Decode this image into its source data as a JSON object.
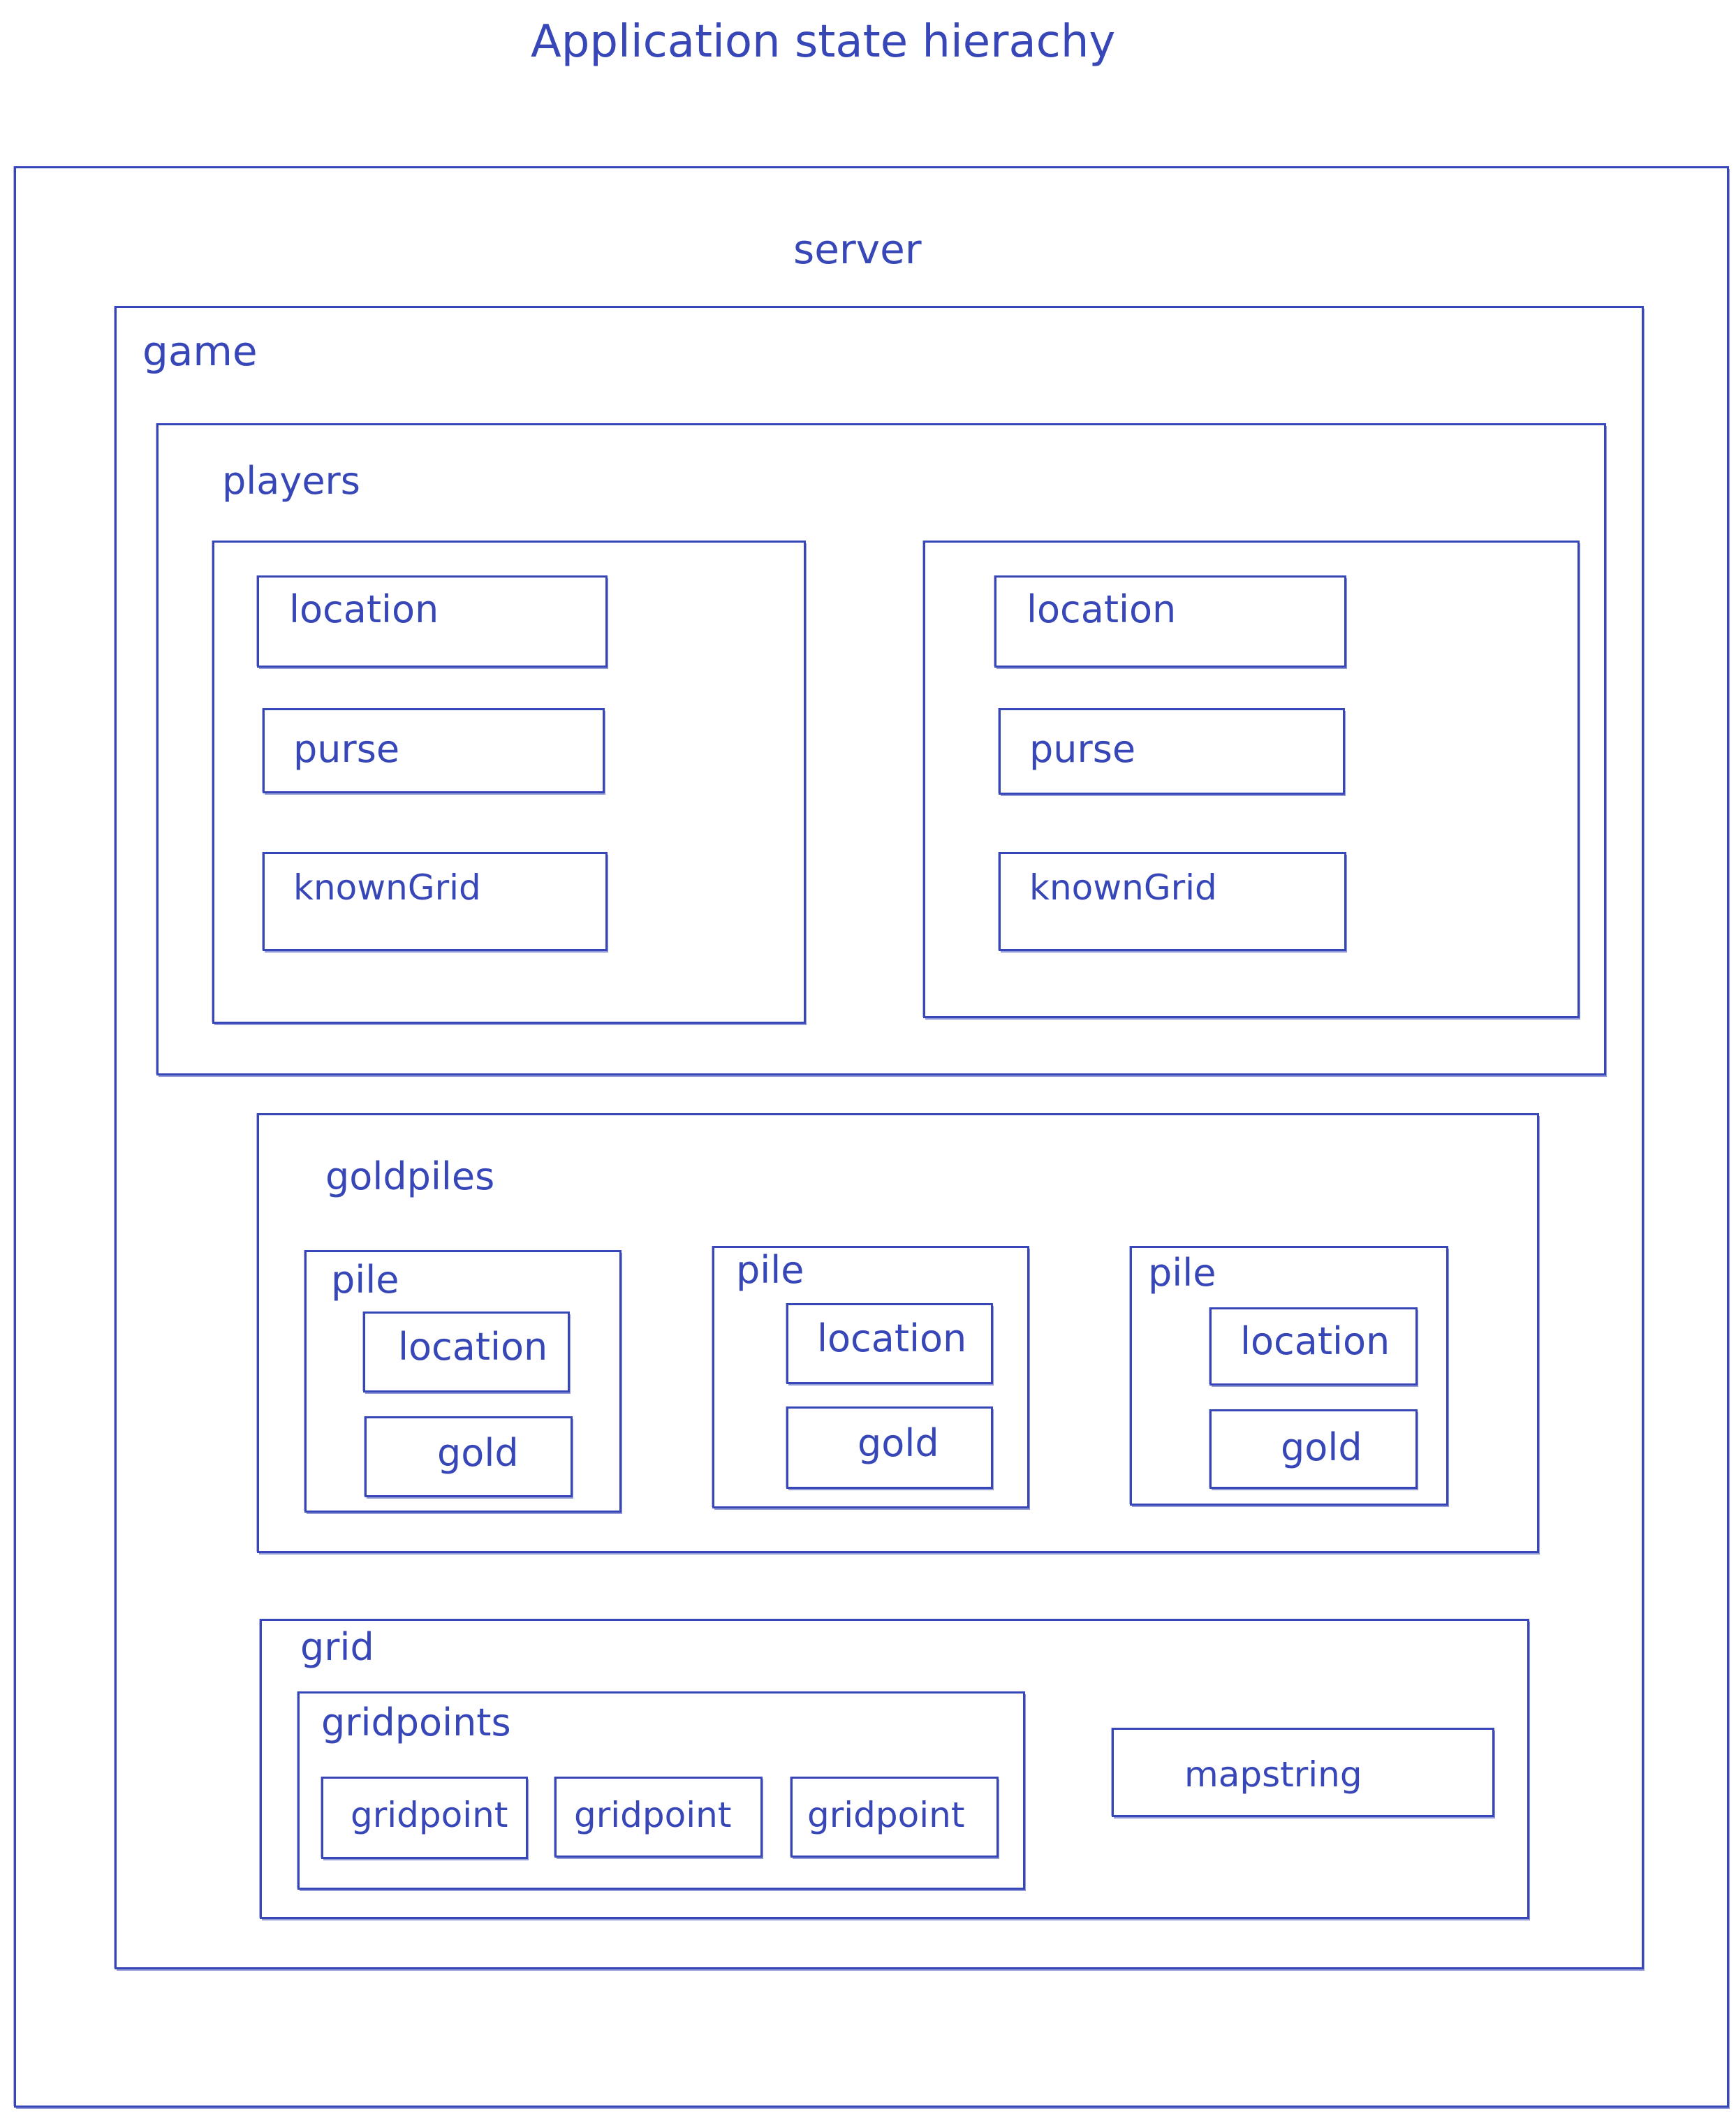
{
  "title": "Application state hierachy",
  "server": {
    "label": "server",
    "game": {
      "label": "game",
      "players": {
        "label": "players",
        "items": [
          {
            "fields": [
              "location",
              "purse",
              "knownGrid"
            ]
          },
          {
            "fields": [
              "location",
              "purse",
              "knownGrid"
            ]
          }
        ]
      },
      "goldpiles": {
        "label": "goldpiles",
        "piles": [
          {
            "label": "pile",
            "fields": [
              "location",
              "gold"
            ]
          },
          {
            "label": "pile",
            "fields": [
              "location",
              "gold"
            ]
          },
          {
            "label": "pile",
            "fields": [
              "location",
              "gold"
            ]
          }
        ]
      },
      "grid": {
        "label": "grid",
        "gridpoints": {
          "label": "gridpoints",
          "items": [
            "gridpoint",
            "gridpoint",
            "gridpoint"
          ]
        },
        "mapstring": "mapstring"
      }
    }
  },
  "colors": {
    "stroke": "#3847b8",
    "background": "#ffffff"
  }
}
